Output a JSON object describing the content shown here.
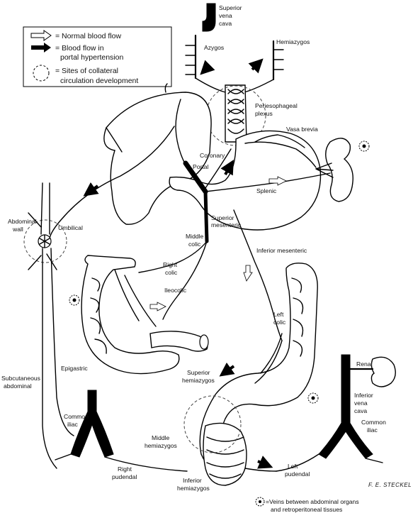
{
  "legend": {
    "normal_flow": "= Normal blood flow",
    "portal_flow_line1": "= Blood flow in",
    "portal_flow_line2": "portal hypertension",
    "collateral_line1": "= Sites of collateral",
    "collateral_line2": "circulation development"
  },
  "labels": {
    "svc_line1": "Superior",
    "svc_line2": "vena",
    "svc_line3": "cava",
    "azygos": "Azygos",
    "hemiazygos": "Hemiazygos",
    "periesophageal_line1": "Periesophageal",
    "periesophageal_line2": "plexus",
    "vasa_brevia": "Vasa brevia",
    "coronary": "Coronary",
    "portal": "Portal",
    "splenic": "Splenic",
    "superior_mesenteric_line1": "Superior",
    "superior_mesenteric_line2": "mesenteric",
    "abdominal_wall_line1": "Abdominal",
    "abdominal_wall_line2": "wall",
    "umbilical": "Umbilical",
    "middle_colic_line1": "Middle",
    "middle_colic_line2": "colic",
    "inferior_mesenteric": "Inferior mesenteric",
    "right_colic_line1": "Right",
    "right_colic_line2": "colic",
    "ileocolic": "Ileocolic",
    "left_colic_line1": "Left",
    "left_colic_line2": "colic",
    "subcutaneous_line1": "Subcutaneous",
    "subcutaneous_line2": "abdominal",
    "epigastric": "Epigastric",
    "superior_hemiazygos_line1": "Superior",
    "superior_hemiazygos_line2": "hemiazygos",
    "renal": "Renal",
    "ivc_line1": "Inferior",
    "ivc_line2": "vena",
    "ivc_line3": "cava",
    "common_iliac_left_line1": "Common",
    "common_iliac_left_line2": "iliac",
    "common_iliac_right_line1": "Common",
    "common_iliac_right_line2": "iliac",
    "middle_hemiazygos_line1": "Middle",
    "middle_hemiazygos_line2": "hemiazygos",
    "right_pudendal_line1": "Right",
    "right_pudendal_line2": "pudendal",
    "left_pudendal_line1": "Left",
    "left_pudendal_line2": "pudendal",
    "inferior_hemiazygos_line1": "Inferior",
    "inferior_hemiazygos_line2": "hemiazygos",
    "footnote_line1": "=Veins between abdominal organs",
    "footnote_line2": "and retroperitoneal tissues"
  },
  "signature": "F. E. STECKEL",
  "colors": {
    "ink": "#000000",
    "paper": "#ffffff"
  }
}
